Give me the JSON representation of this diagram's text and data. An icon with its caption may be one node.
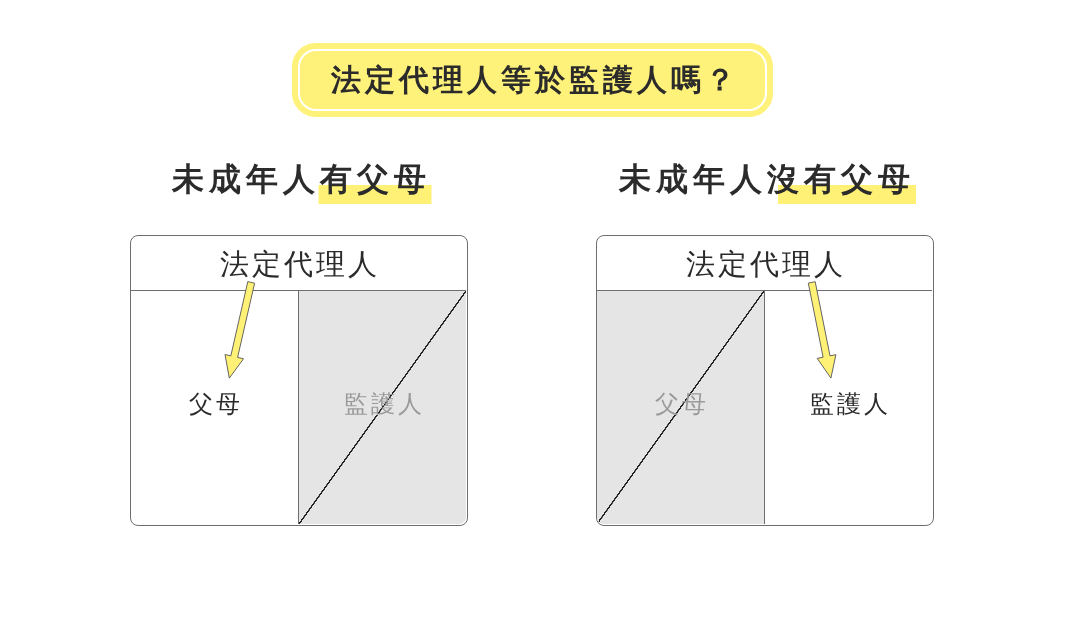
{
  "diagram": {
    "title": "法定代理人等於監護人嗎？",
    "nodes": [
      {
        "text": [
          "未成年人有父母"
        ]
      },
      {
        "text": [
          "法定代理人"
        ],
        "in": 0
      },
      {
        "text": [
          "父母"
        ],
        "in": 0
      },
      {
        "text": [
          "監護人"
        ],
        "in": 0
      },
      {
        "text": [
          "未成年人沒有父母"
        ]
      },
      {
        "text": [
          "法定代理人"
        ],
        "in": 4
      },
      {
        "text": [
          "父母"
        ],
        "in": 4
      },
      {
        "text": [
          "監護人"
        ],
        "in": 4
      }
    ],
    "edges": [
      {
        "from": 1,
        "to": 2,
        "arrow": "to"
      },
      {
        "from": 5,
        "to": 7,
        "arrow": "to"
      }
    ]
  }
}
